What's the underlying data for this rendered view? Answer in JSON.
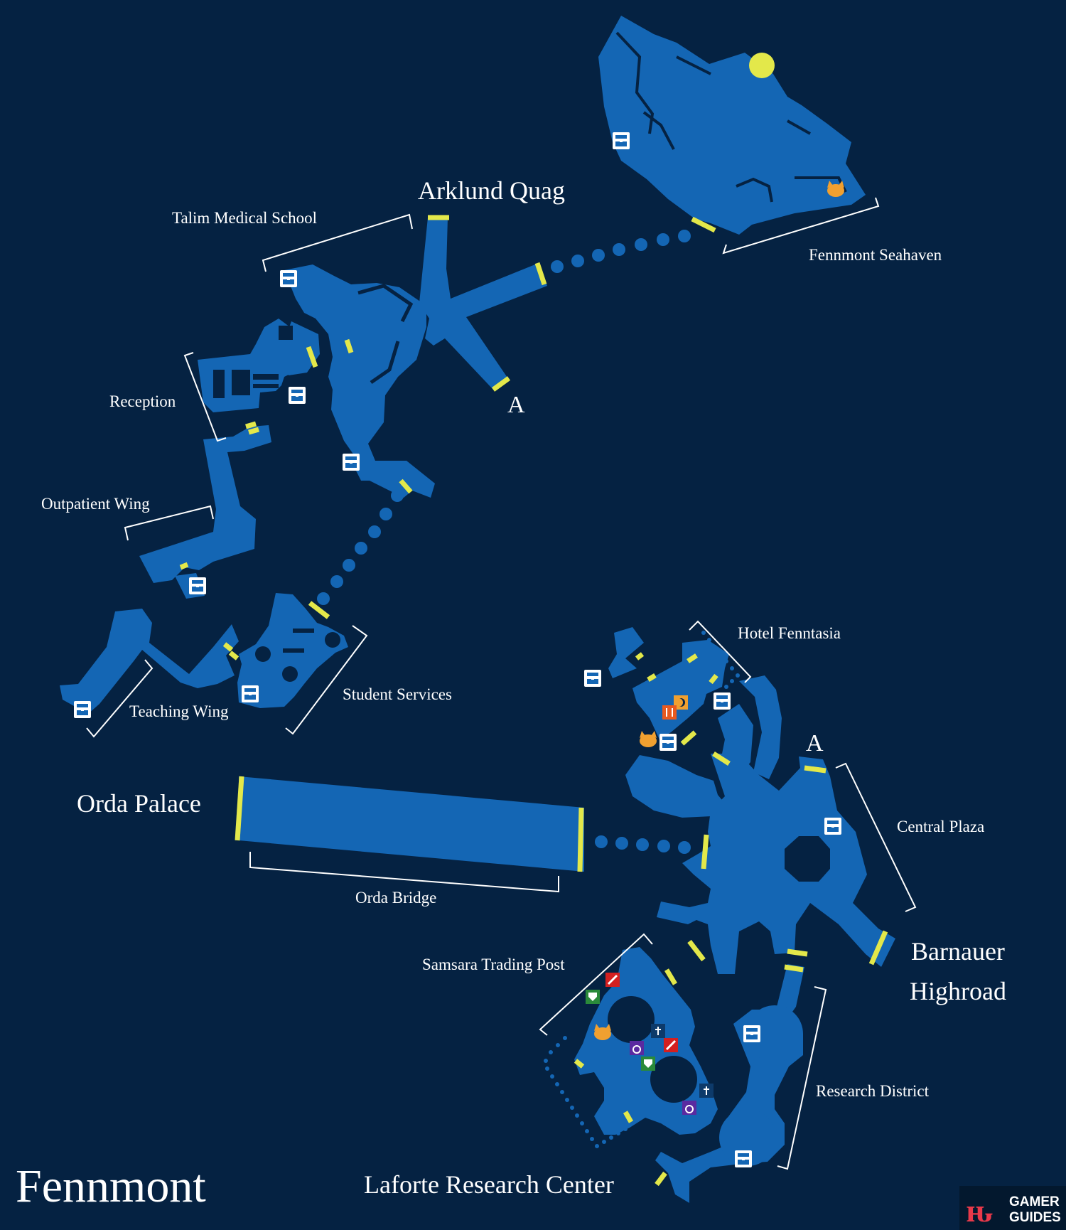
{
  "map": {
    "title": "Fennmont",
    "colors": {
      "background": "#052242",
      "area_fill": "#1466b4",
      "exit_marker": "#e3e84a",
      "bracket": "#ffffff",
      "label": "#ffffff",
      "orange_marker": "#f0a030",
      "shop_red": "#d42020",
      "shop_green": "#2a8a3a",
      "shop_purple": "#5a2aa0"
    },
    "labels": {
      "arklund_quag": "Arklund Quag",
      "talim_medical_school": "Talim Medical School",
      "fennmont_seahaven": "Fennmont Seahaven",
      "reception": "Reception",
      "outpatient_wing": "Outpatient Wing",
      "teaching_wing": "Teaching Wing",
      "student_services": "Student Services",
      "hotel_fenntasia": "Hotel Fenntasia",
      "orda_palace": "Orda Palace",
      "orda_bridge": "Orda Bridge",
      "central_plaza": "Central Plaza",
      "barnauer_highroad_line1": "Barnauer",
      "barnauer_highroad_line2": "Highroad",
      "samsara_trading_post": "Samsara Trading Post",
      "research_district": "Research District",
      "laforte_research_center": "Laforte Research Center",
      "connector_a_north": "A",
      "connector_a_south": "A"
    },
    "icons": {
      "quest_marker": "yellow-circle-icon",
      "save_point": "treasure-chest-icon",
      "cat_marker": "cat-head-icon",
      "inn": "moon-icon",
      "restaurant": "fork-knife-icon",
      "weapon_shop": "sword-icon",
      "armor_shop": "shield-icon",
      "accessory_shop": "ring-icon",
      "item_shop": "potion-icon"
    },
    "watermark": {
      "line1": "GAMER",
      "line2": "GUIDES"
    }
  }
}
